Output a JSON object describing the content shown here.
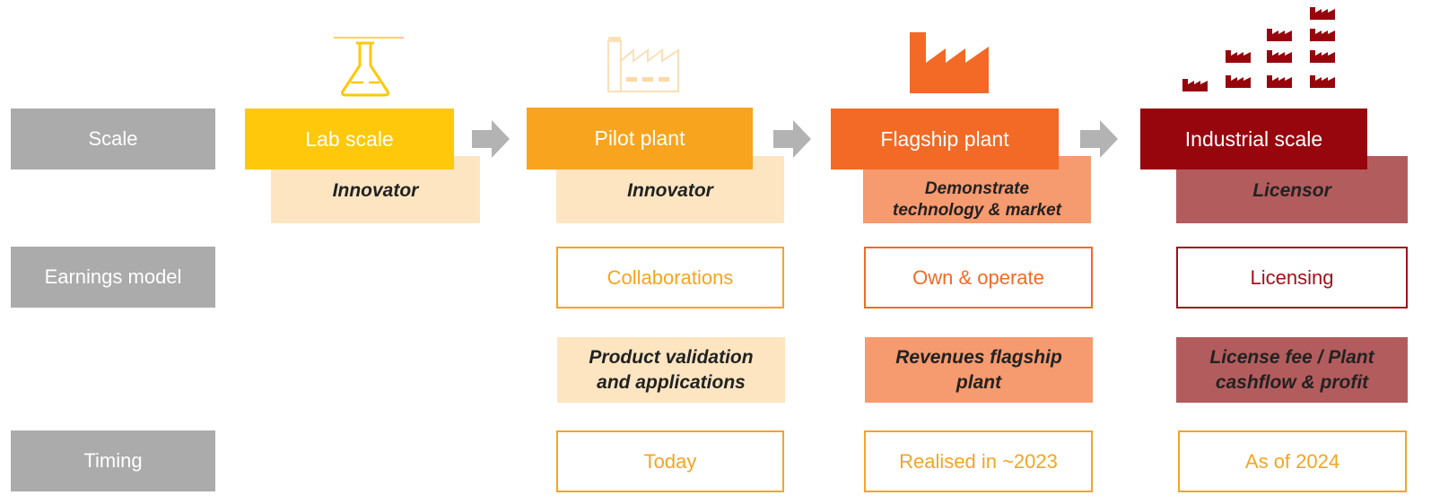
{
  "row_labels": {
    "scale": "Scale",
    "earnings": "Earnings model",
    "timing": "Timing"
  },
  "stages": [
    {
      "label": "Lab scale",
      "color": "#ffc80a"
    },
    {
      "label": "Pilot plant",
      "color": "#f8a41e"
    },
    {
      "label": "Flagship plant",
      "color": "#f26a25"
    },
    {
      "label": "Industrial scale",
      "color": "#97060d"
    }
  ],
  "roles": [
    "Innovator",
    "Innovator",
    "Demonstrate technology & market",
    "Licensor"
  ],
  "earnings_models": [
    "Collaborations",
    "Own & operate",
    "Licensing"
  ],
  "revenues": [
    "Product validation and applications",
    "Revenues flagship plant",
    "License fee / Plant cashflow & profit"
  ],
  "timing": [
    "Today",
    "Realised in ~2023",
    "As of 2024"
  ],
  "icons": [
    "flask-icon",
    "pilot-factory-icon",
    "factory-icon",
    "multiple-factories-icon"
  ],
  "colors": {
    "row_label_bg": "#ababab",
    "arrow": "#b3b3b3",
    "light_peach": "#fde5c2",
    "salmon": "#f69a6f",
    "dusty_red": "#b35c5d",
    "timing_text": "#f6a423",
    "timing_border": "#f6a423"
  }
}
